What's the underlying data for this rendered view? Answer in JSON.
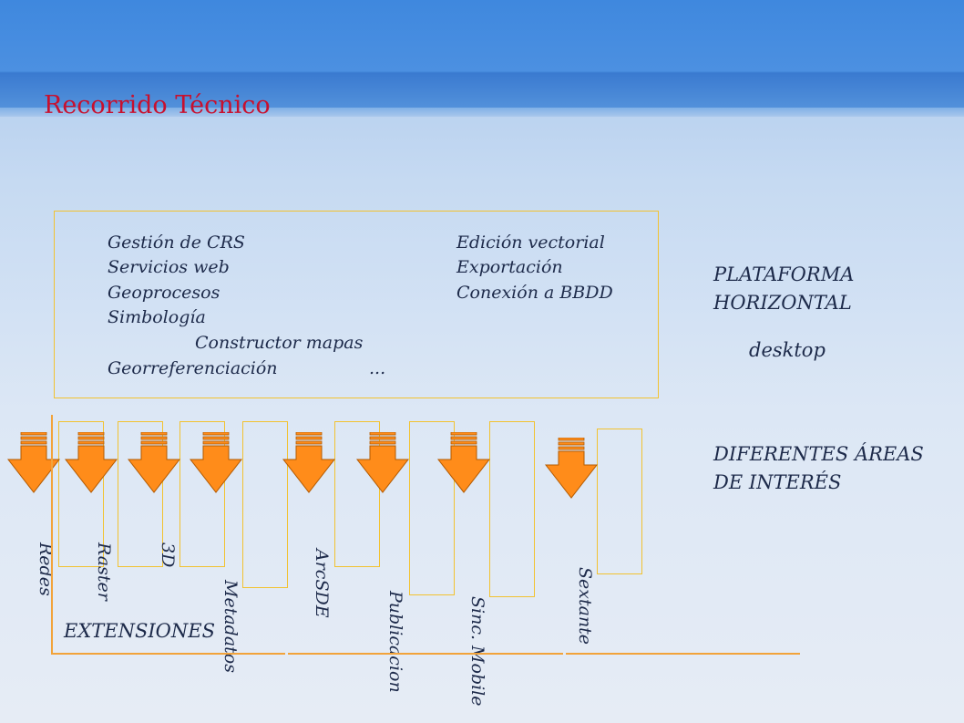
{
  "slide": {
    "title": "Recorrido Técnico"
  },
  "core_features": {
    "left_column": [
      "Gestión de CRS",
      "Servicios web",
      "Geoprocesos",
      "Simbología"
    ],
    "constructor": "Constructor mapas",
    "georef": "Georreferenciación",
    "ellipsis": "...",
    "right_column": [
      "Edición vectorial",
      "Exportación",
      "Conexión a BBDD"
    ]
  },
  "platform": {
    "line1": "PLATAFORMA",
    "line2": "HORIZONTAL",
    "sub": "desktop"
  },
  "areas": {
    "line1": "DIFERENTES ÁREAS",
    "line2": "DE INTERÉS"
  },
  "extensions": {
    "label": "EXTENSIONES",
    "items": [
      "Redes",
      "Raster",
      "3D",
      "Metadatos",
      "ArcSDE",
      "Publicacion",
      "Sinc. Mobile",
      "Sextante"
    ]
  },
  "colors": {
    "title": "#c8102e",
    "arrow_fill": "#ff8c1a",
    "arrow_stroke": "#b35a00",
    "box_border": "#f2c230",
    "text": "#1d2a4a"
  },
  "icons": {
    "arrow": "down-arrow-icon"
  }
}
